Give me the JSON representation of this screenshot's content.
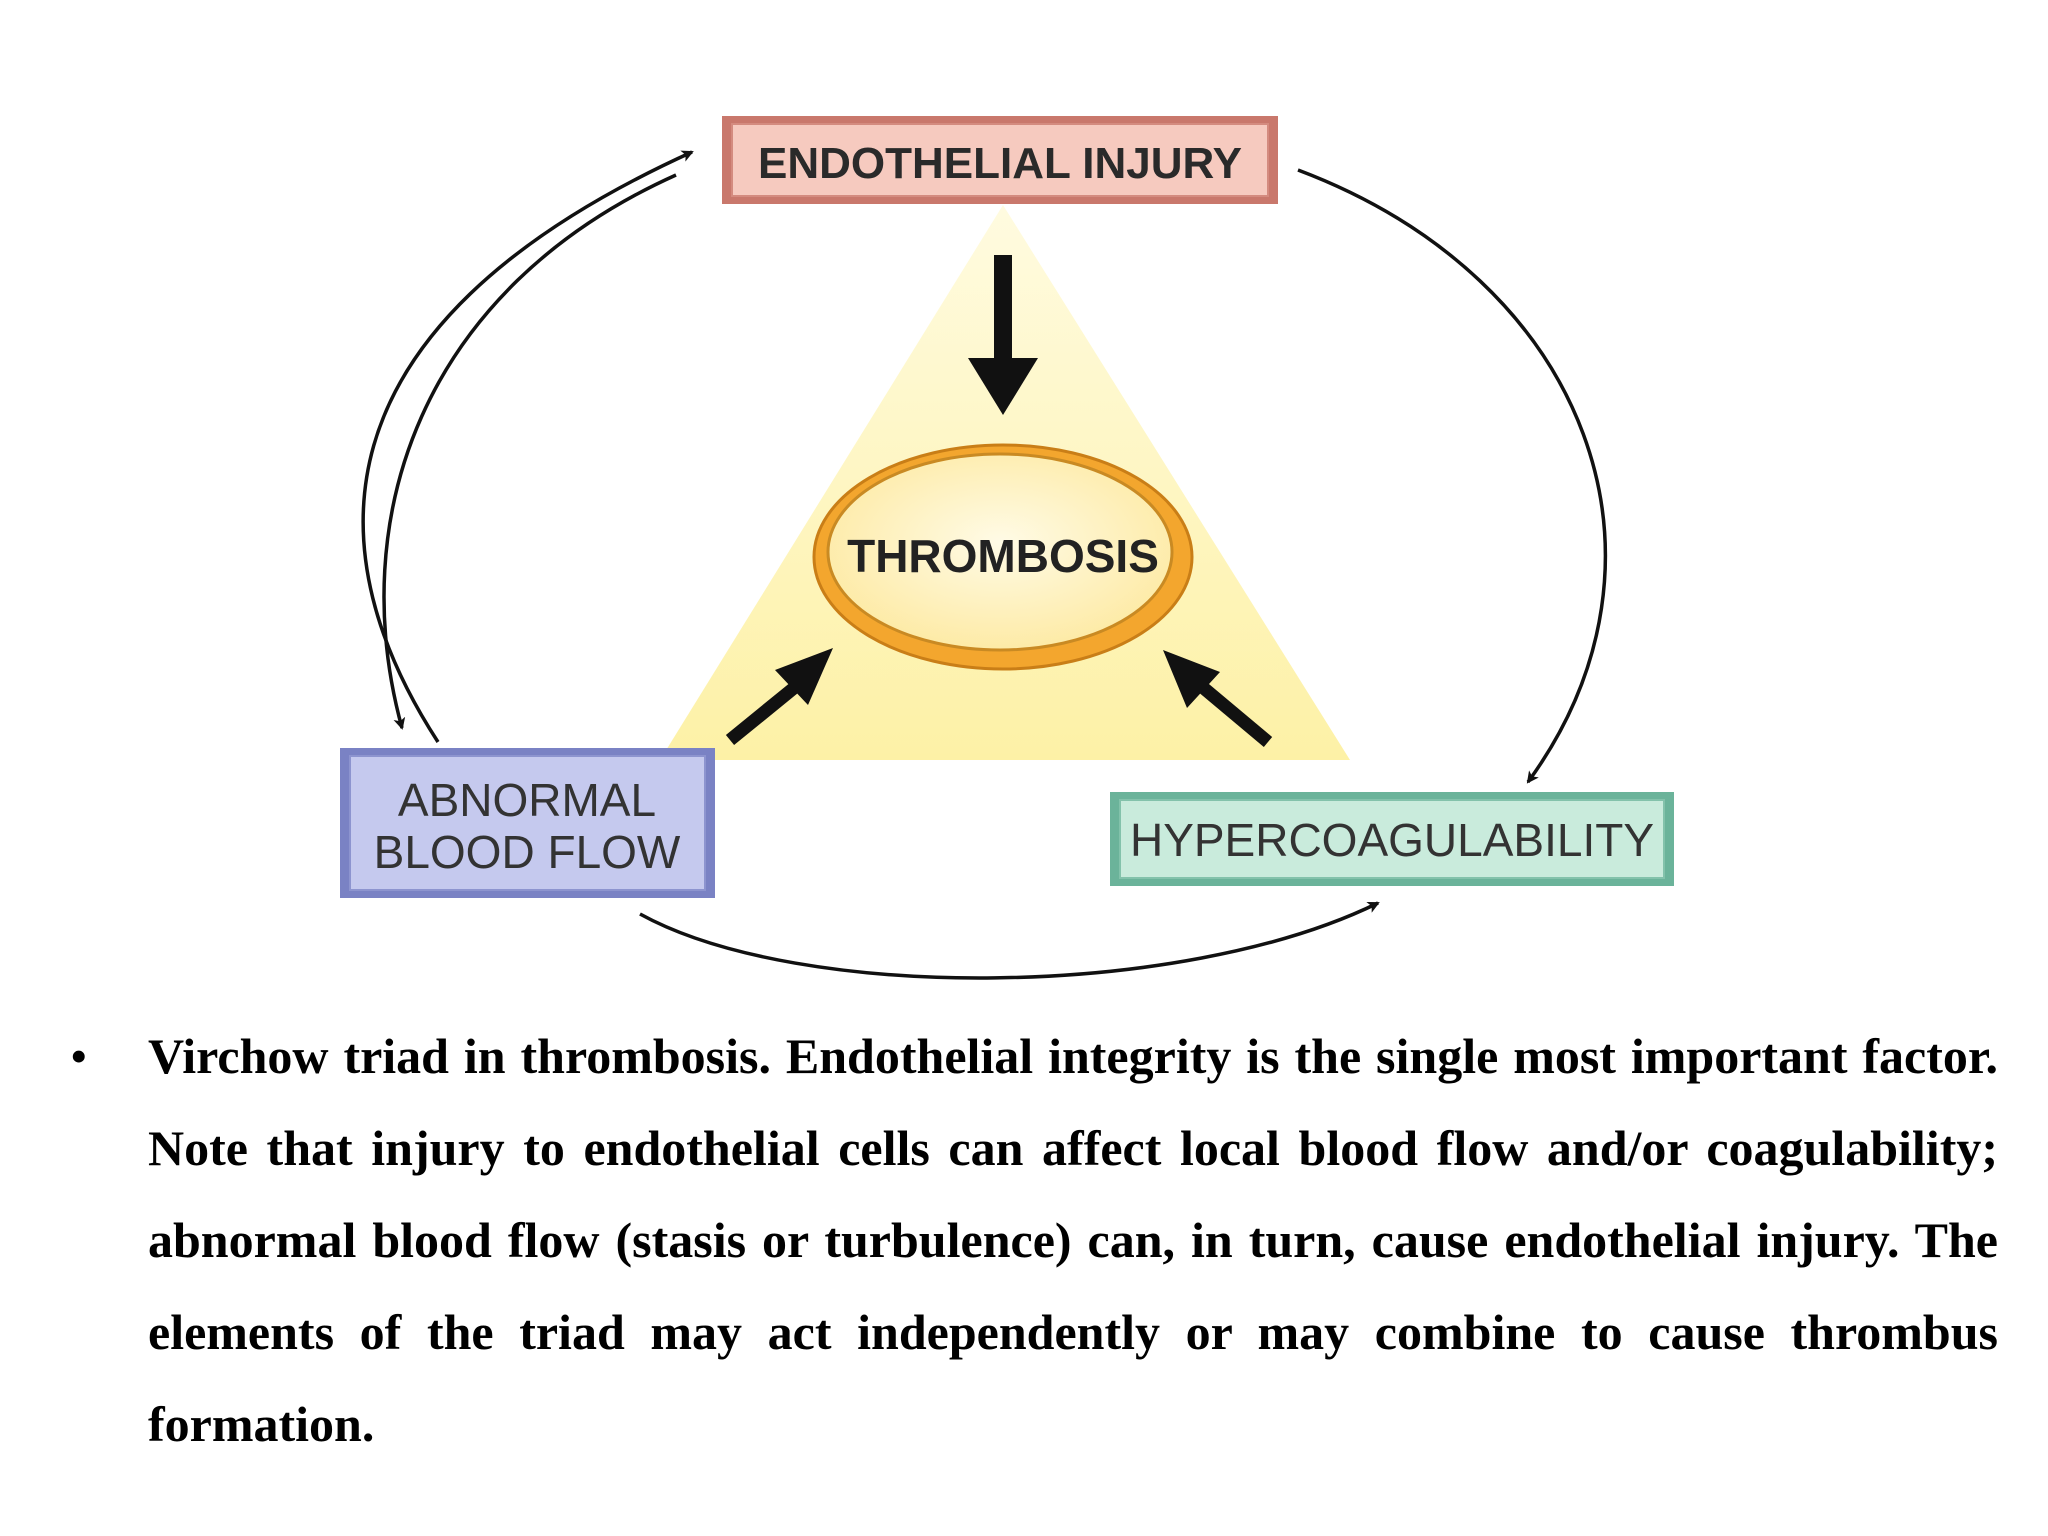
{
  "diagram": {
    "nodes": {
      "endothelial_injury": "ENDOTHELIAL INJURY",
      "abnormal_blood_flow_line1": "ABNORMAL",
      "abnormal_blood_flow_line2": "BLOOD FLOW",
      "hypercoagulability": "HYPERCOAGULABILITY",
      "thrombosis": "THROMBOSIS"
    },
    "colors": {
      "endothelial_fill": "#f5c6bb",
      "endothelial_border": "#c9786c",
      "blood_flow_fill": "#c3c8ec",
      "blood_flow_border": "#7a82c4",
      "hypercoag_fill": "#c8eadb",
      "hypercoag_border": "#6bb39a",
      "triangle_fill": "#fdf3b0",
      "thrombosis_fill": "#fff5c4",
      "thrombosis_ring": "#f0a830"
    }
  },
  "caption": {
    "bullet": "•",
    "text": "Virchow triad in thrombosis. Endothelial integrity is the single most important factor. Note that injury to endothelial cells can affect local blood flow and/or coagulability; abnormal blood flow (stasis or turbulence) can, in turn, cause endothelial injury. The elements of the triad may act independently or may combine to cause thrombus formation."
  }
}
